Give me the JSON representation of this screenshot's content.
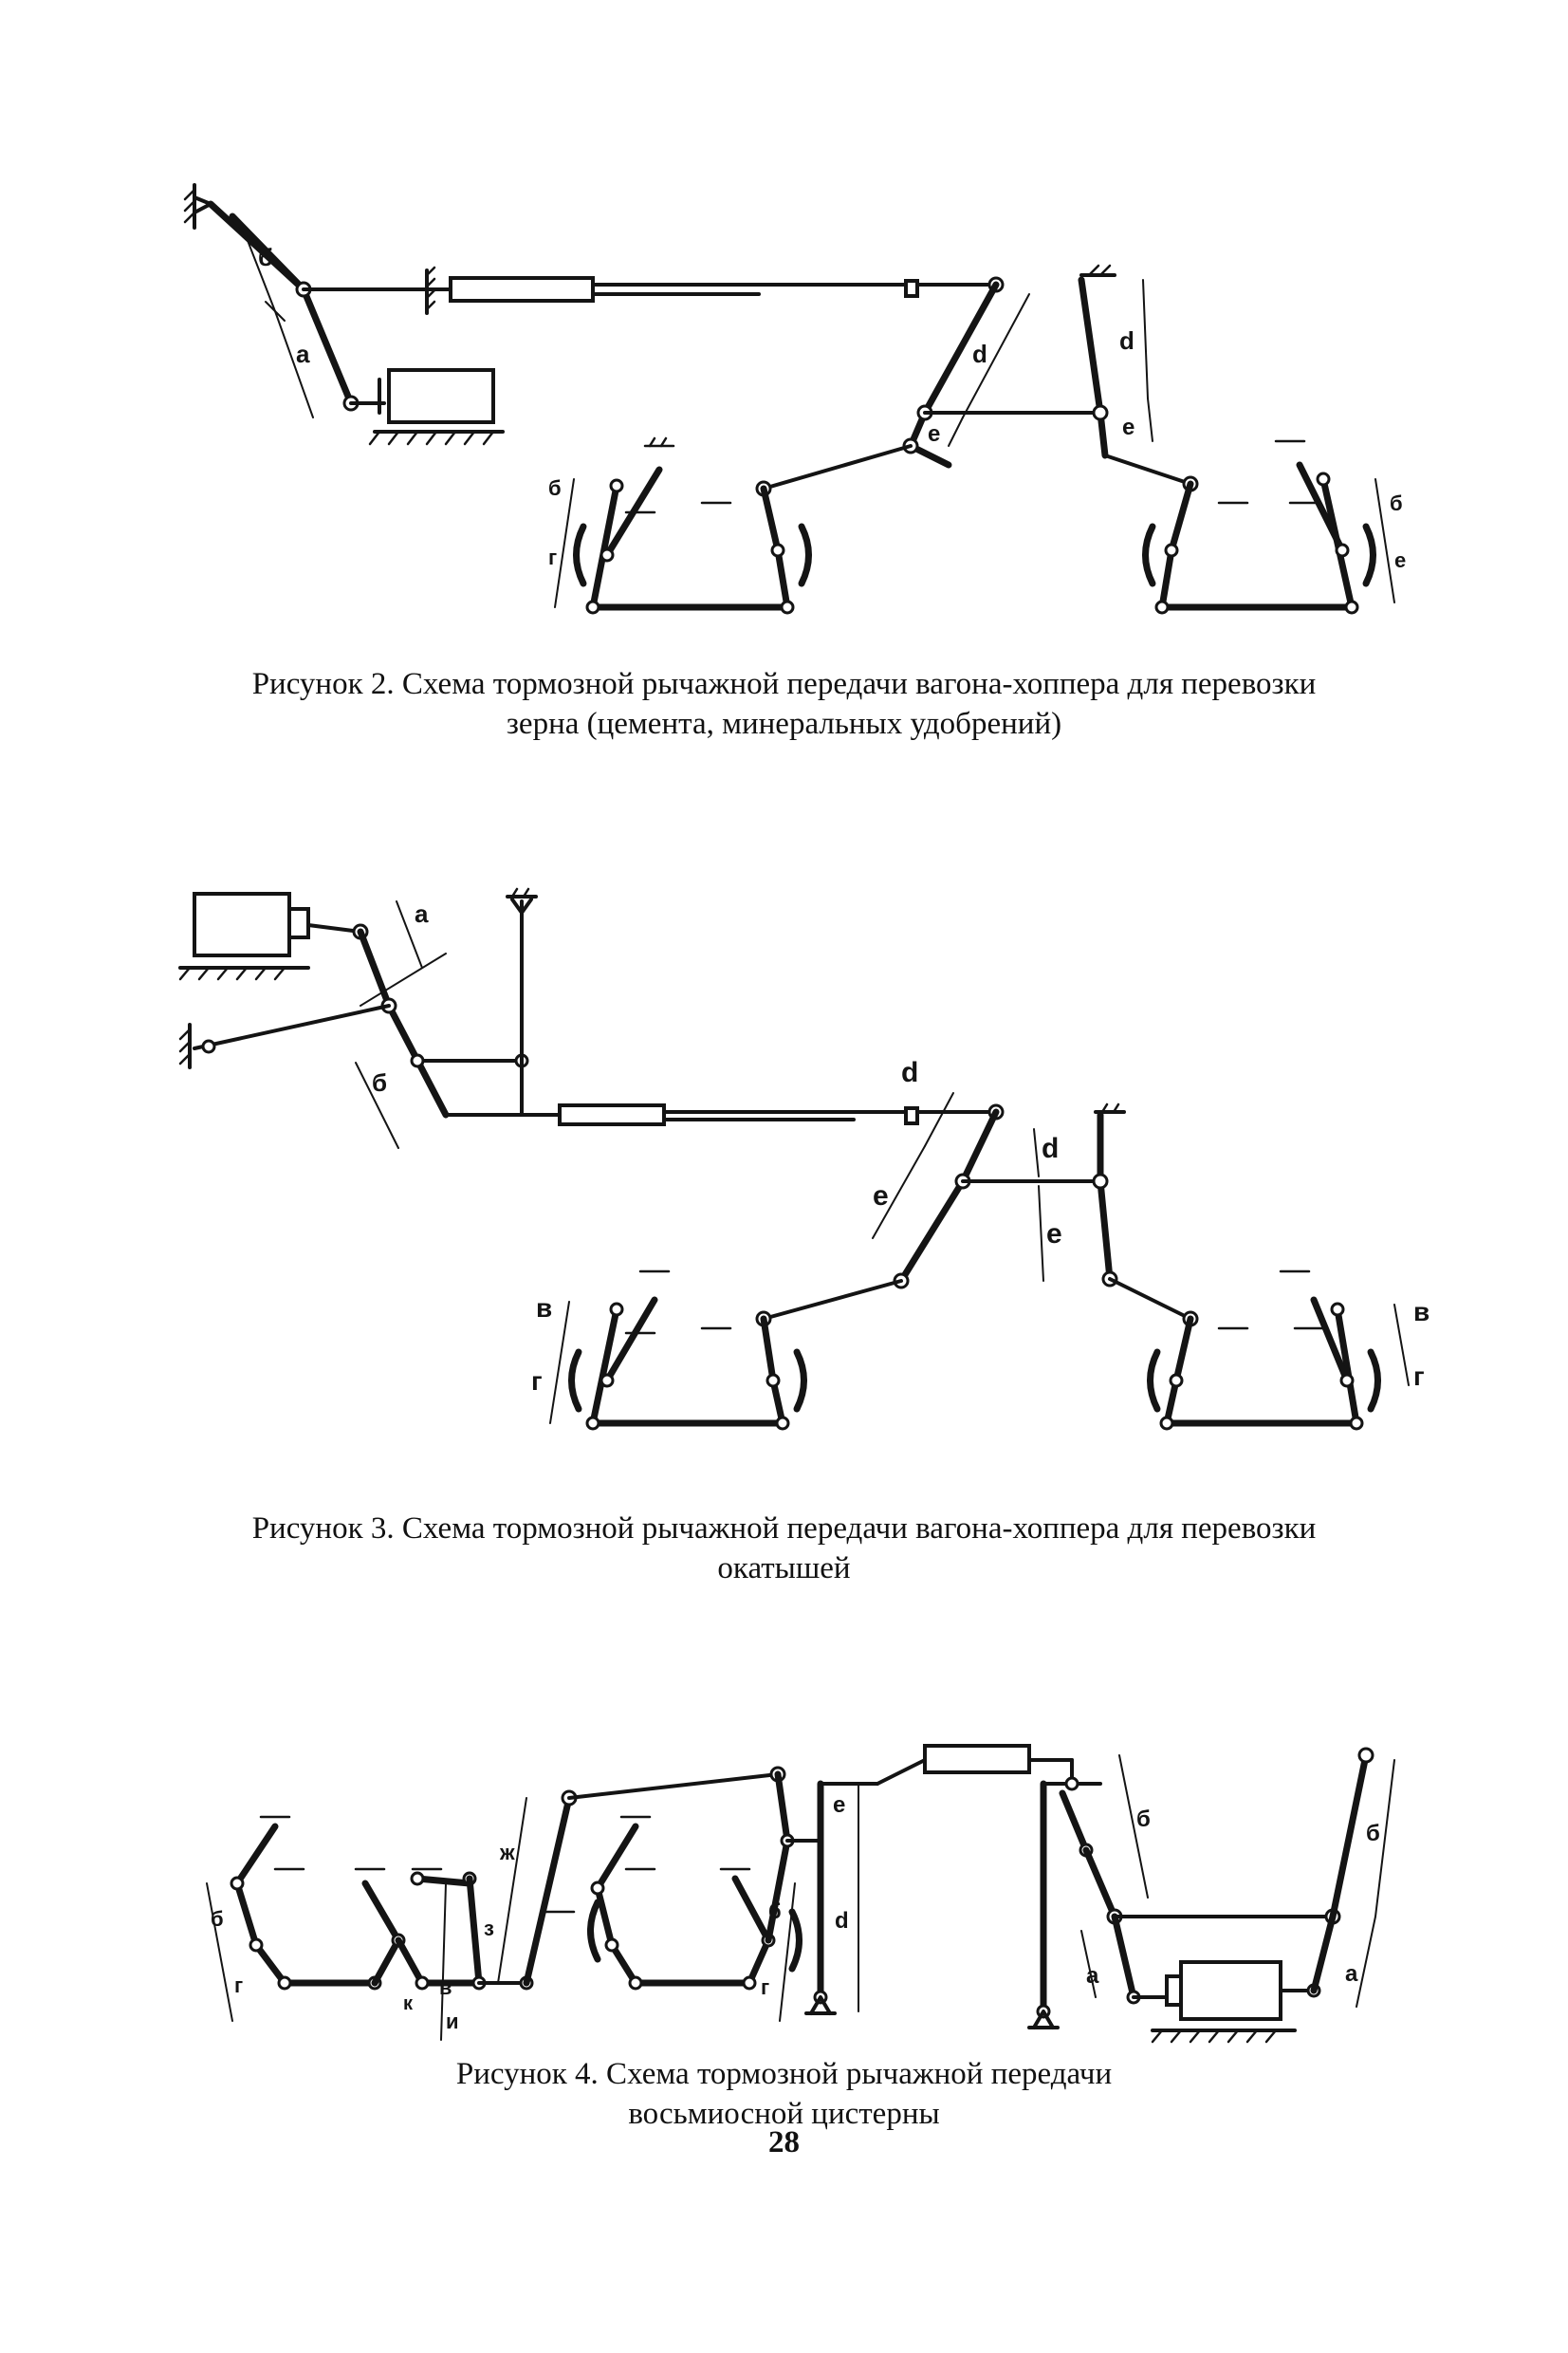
{
  "figures": [
    {
      "id": "fig2",
      "caption_line1": "Рисунок 2. Схема тормозной рычажной передачи вагона-хоппера для перевозки",
      "caption_line2": "зерна (цемента, минеральных удобрений)",
      "labels": {
        "a": "а",
        "b": "б",
        "d": "d",
        "e": "е",
        "e_small": "е",
        "b_left": "б",
        "g_left": "г",
        "b_right": "б",
        "e_right": "е"
      }
    },
    {
      "id": "fig3",
      "caption_line1": "Рисунок 3. Схема тормозной рычажной передачи вагона-хоппера для перевозки",
      "caption_line2": "окатышей",
      "labels": {
        "a": "а",
        "b": "б",
        "d_left": "d",
        "e_left": "е",
        "d_right": "d",
        "e_right": "е",
        "v_left": "в",
        "g_left": "г",
        "v_right": "в",
        "g_right": "г"
      }
    },
    {
      "id": "fig4",
      "caption_line1": "Рисунок 4. Схема тормозной рычажной передачи",
      "caption_line2": "восьмиосной цистерны",
      "labels": {
        "b_left": "б",
        "g_left": "г",
        "k": "к",
        "zh": "ж",
        "z": "з",
        "v": "в",
        "i": "и",
        "b_mid": "б",
        "g_mid": "г",
        "e": "е",
        "d": "d",
        "b_r1": "б",
        "a_r1": "а",
        "b_r2": "б",
        "a_r2": "а"
      }
    }
  ],
  "page_number": "28"
}
